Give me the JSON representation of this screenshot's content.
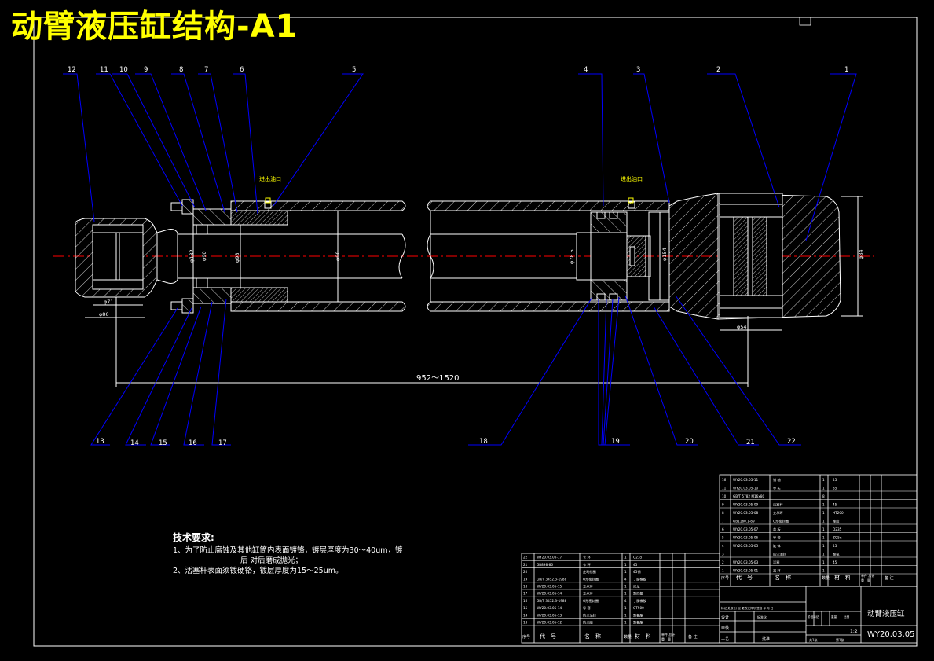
{
  "title": "动臂液压缸结构-A1",
  "callouts_top": [
    "12",
    "11",
    "10",
    "9",
    "8",
    "7",
    "6",
    "5",
    "4",
    "3",
    "2",
    "1"
  ],
  "callouts_bottom": [
    "13",
    "14",
    "15",
    "16",
    "17",
    "18",
    "19",
    "20",
    "21",
    "22"
  ],
  "port_label": "进出油口",
  "dimensions": {
    "stroke": "952～1520",
    "d71": "φ71",
    "d86": "φ86",
    "d132": "φ132",
    "d90": "φ90",
    "d98": "φ98",
    "d90b": "φ90",
    "d78": "φ78.5",
    "d154": "φ154",
    "d84": "φ84",
    "d54": "φ54"
  },
  "tech_requirements": {
    "heading": "技术要求:",
    "item1": "1、为了防止腐蚀及其他缸筒内表面镀铬，镀层厚度为30～40um，镀",
    "item1b": "后            对后磨成抛光；",
    "item2": "2、活塞杆表面须镀硬铬，镀层厚度为15～25um。"
  },
  "bom_right": [
    {
      "no": "16",
      "code": "WY20.03.05-11",
      "name": "销 轴",
      "qty": "1",
      "mat": "45"
    },
    {
      "no": "11",
      "code": "WY20.03.05-10",
      "name": "导 头",
      "qty": "1",
      "mat": "35"
    },
    {
      "no": "10",
      "code": "GB/T 5782 M16x80",
      "name": "",
      "qty": "8",
      "mat": ""
    },
    {
      "no": "9",
      "code": "WY20.03.05-09",
      "name": "活塞杆",
      "qty": "1",
      "mat": "45"
    },
    {
      "no": "8",
      "code": "WY20.03.05-08",
      "name": "支承环",
      "qty": "1",
      "mat": "HT200"
    },
    {
      "no": "7",
      "code": "GB1160.1-89",
      "name": "O形密封圈",
      "qty": "1",
      "mat": "橡胶"
    },
    {
      "no": "6",
      "code": "WY20.03.05-07",
      "name": "盖 板",
      "qty": "1",
      "mat": "Q235"
    },
    {
      "no": "5",
      "code": "WY20.03.05-06",
      "name": "导 套",
      "qty": "1",
      "mat": "ZQ5n"
    },
    {
      "no": "4",
      "code": "WY20.03.05-05",
      "name": "缸 体",
      "qty": "1",
      "mat": "45"
    },
    {
      "no": "3",
      "code": "",
      "name": "防尘油封",
      "qty": "1",
      "mat": "聚氨"
    },
    {
      "no": "2",
      "code": "WY20.03.05-03",
      "name": "活塞",
      "qty": "1",
      "mat": "45"
    },
    {
      "no": "1",
      "code": "WY20.03.05-01",
      "name": "耳 环",
      "qty": "1",
      "mat": ""
    }
  ],
  "bom_right_header": {
    "no": "序号",
    "code": "代　号",
    "name": "名　称",
    "qty": "数量",
    "mat": "材　料",
    "unit": "单件 总计",
    "weight": "重　量",
    "note": "备 注"
  },
  "bom_left": [
    {
      "no": "22",
      "code": "WY20.03.05-17",
      "name": "卡 环",
      "qty": "1",
      "mat": "Q235"
    },
    {
      "no": "21",
      "code": "GB898-86",
      "name": "卡 环",
      "qty": "1",
      "mat": "45"
    },
    {
      "no": "20",
      "code": "",
      "name": "止动挡圈",
      "qty": "1",
      "mat": "45钢"
    },
    {
      "no": "19",
      "code": "GB/T 3452.3-1988",
      "name": "O形密封圈",
      "qty": "4",
      "mat": "丁腈橡胶"
    },
    {
      "no": "18",
      "code": "WY20.03.05-15",
      "name": "支承环",
      "qty": "1",
      "mat": "尼龙"
    },
    {
      "no": "17",
      "code": "WY20.03.05-14",
      "name": "支承环",
      "qty": "1",
      "mat": "聚四氟"
    },
    {
      "no": "16",
      "code": "GB/T 3452.3-1988",
      "name": "O形密封圈",
      "qty": "4",
      "mat": "丁腈橡胶"
    },
    {
      "no": "15",
      "code": "WY20.03.05-14",
      "name": "导 套",
      "qty": "1",
      "mat": "QT500"
    },
    {
      "no": "14",
      "code": "WY20.03.05-13",
      "name": "防尘油封",
      "qty": "1",
      "mat": "聚氨酯"
    },
    {
      "no": "13",
      "code": "WY20.03.05-12",
      "name": "防尘圈",
      "qty": "1",
      "mat": "聚氨酯"
    }
  ],
  "title_block": {
    "name": "动臂液压缸",
    "code": "WY20.03.05",
    "scale": "1:2",
    "design": "设计",
    "check": "审核",
    "process": "工艺",
    "approve": "批准",
    "stage": "阶段标记",
    "weight": "重量",
    "ratio": "比例",
    "sheet": "共1张",
    "sheet2": "第1张",
    "std": "标准化",
    "marks": "标记 处数 分 区 更改文件号 签名 年 月 日"
  },
  "colors": {
    "background": "#000000",
    "outline": "#ffffff",
    "leader": "#0000ff",
    "centerline": "#ff0000",
    "title": "#ffff00",
    "port": "#ffff00"
  }
}
